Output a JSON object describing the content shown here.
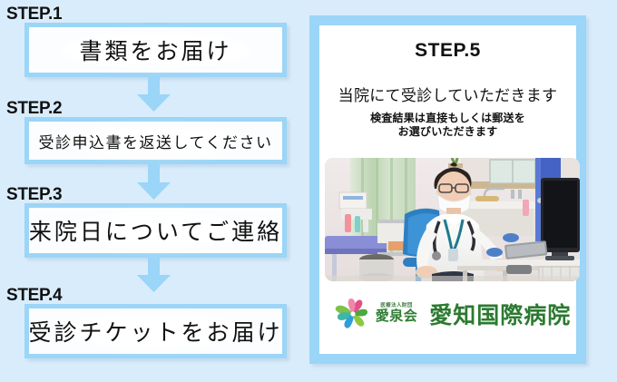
{
  "theme": {
    "background": "#d9ecfb",
    "frame_blue": "#9bd5f7",
    "box_fill": "#fbfdff",
    "text_dark": "#111111",
    "logo_green": "#2c7a30",
    "logo_pink": "#e2508a",
    "logo_teal": "#35b4c4"
  },
  "steps": [
    {
      "label": "STEP.1",
      "text": "書類をお届け",
      "size": "large"
    },
    {
      "label": "STEP.2",
      "text": "受診申込書を返送してください",
      "size": "medium"
    },
    {
      "label": "STEP.3",
      "text": "来院日についてご連絡",
      "size": "large"
    },
    {
      "label": "STEP.4",
      "text": "受診チケットをお届け",
      "size": "large"
    }
  ],
  "arrows": [
    {
      "name": "arrow-step1-to-step2"
    },
    {
      "name": "arrow-step2-to-step3"
    },
    {
      "name": "arrow-step3-to-step4"
    }
  ],
  "step5": {
    "label": "STEP.5",
    "lead": "当院にて受診していただきます",
    "sub_line1": "検査結果は直接もしくは郵送を",
    "sub_line2": "お選びいただきます",
    "photo_alt": "doctor-at-desk-photo"
  },
  "logo": {
    "mark": "pinwheel-flower-logo",
    "org_small": "医療法人財団",
    "org_name": "愛泉会",
    "hospital_name": "愛知国際病院"
  }
}
